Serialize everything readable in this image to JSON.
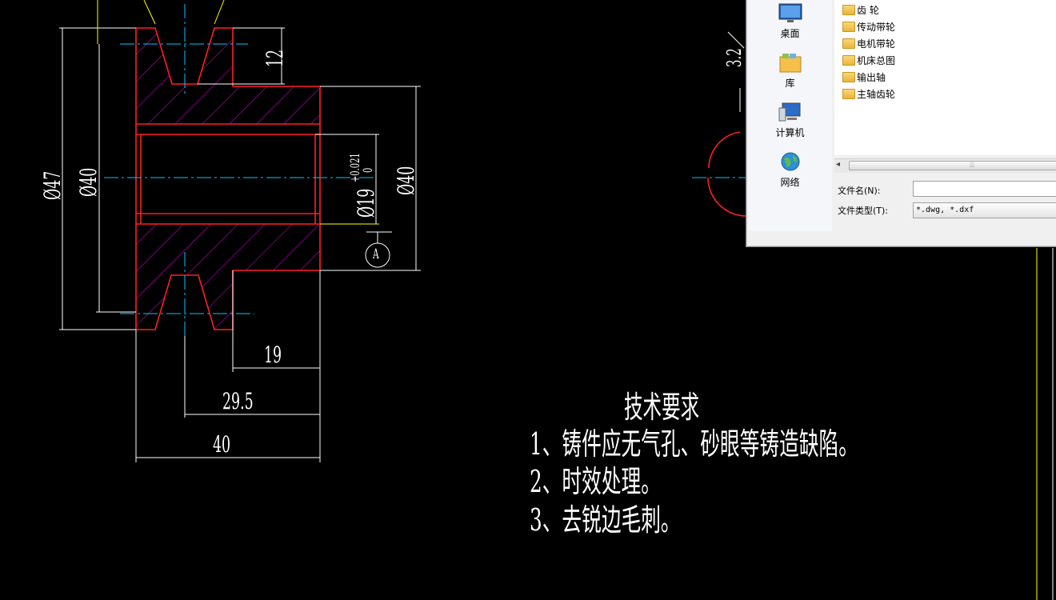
{
  "drawing": {
    "dimensions": {
      "d47": "Ø47",
      "d40_left": "Ø40",
      "h12": "12",
      "bore": "Ø19",
      "tol_upper": "+0.021",
      "tol_lower": "0",
      "d40_right": "Ø40",
      "datum": "A",
      "len19": "19",
      "len29_5": "29.5",
      "len40": "40",
      "roughness": "3.2"
    },
    "technical_requirements": {
      "title": "技术要求",
      "items": [
        "1、铸件应无气孔、砂眼等铸造缺陷。",
        "2、时效处理。",
        "3、去锐边毛刺。"
      ]
    }
  },
  "dialog": {
    "places": [
      {
        "label": "桌面",
        "icon": "desktop-icon"
      },
      {
        "label": "库",
        "icon": "library-icon"
      },
      {
        "label": "计算机",
        "icon": "computer-icon"
      },
      {
        "label": "网络",
        "icon": "network-icon"
      }
    ],
    "folders": [
      "齿 轮",
      "传动带轮",
      "电机带轮",
      "机床总图",
      "输出轴",
      "主轴齿轮"
    ],
    "filename_label": "文件名(N):",
    "filename_value": "",
    "filetype_label": "文件类型(T):",
    "filetype_value": "*.dwg, *.dxf"
  },
  "colors": {
    "background": "#000000",
    "outline": "#ff0000",
    "hatch": "#cc00cc",
    "centerline": "#00c8ff",
    "dimension": "#ffffff",
    "leader": "#ffff00"
  }
}
